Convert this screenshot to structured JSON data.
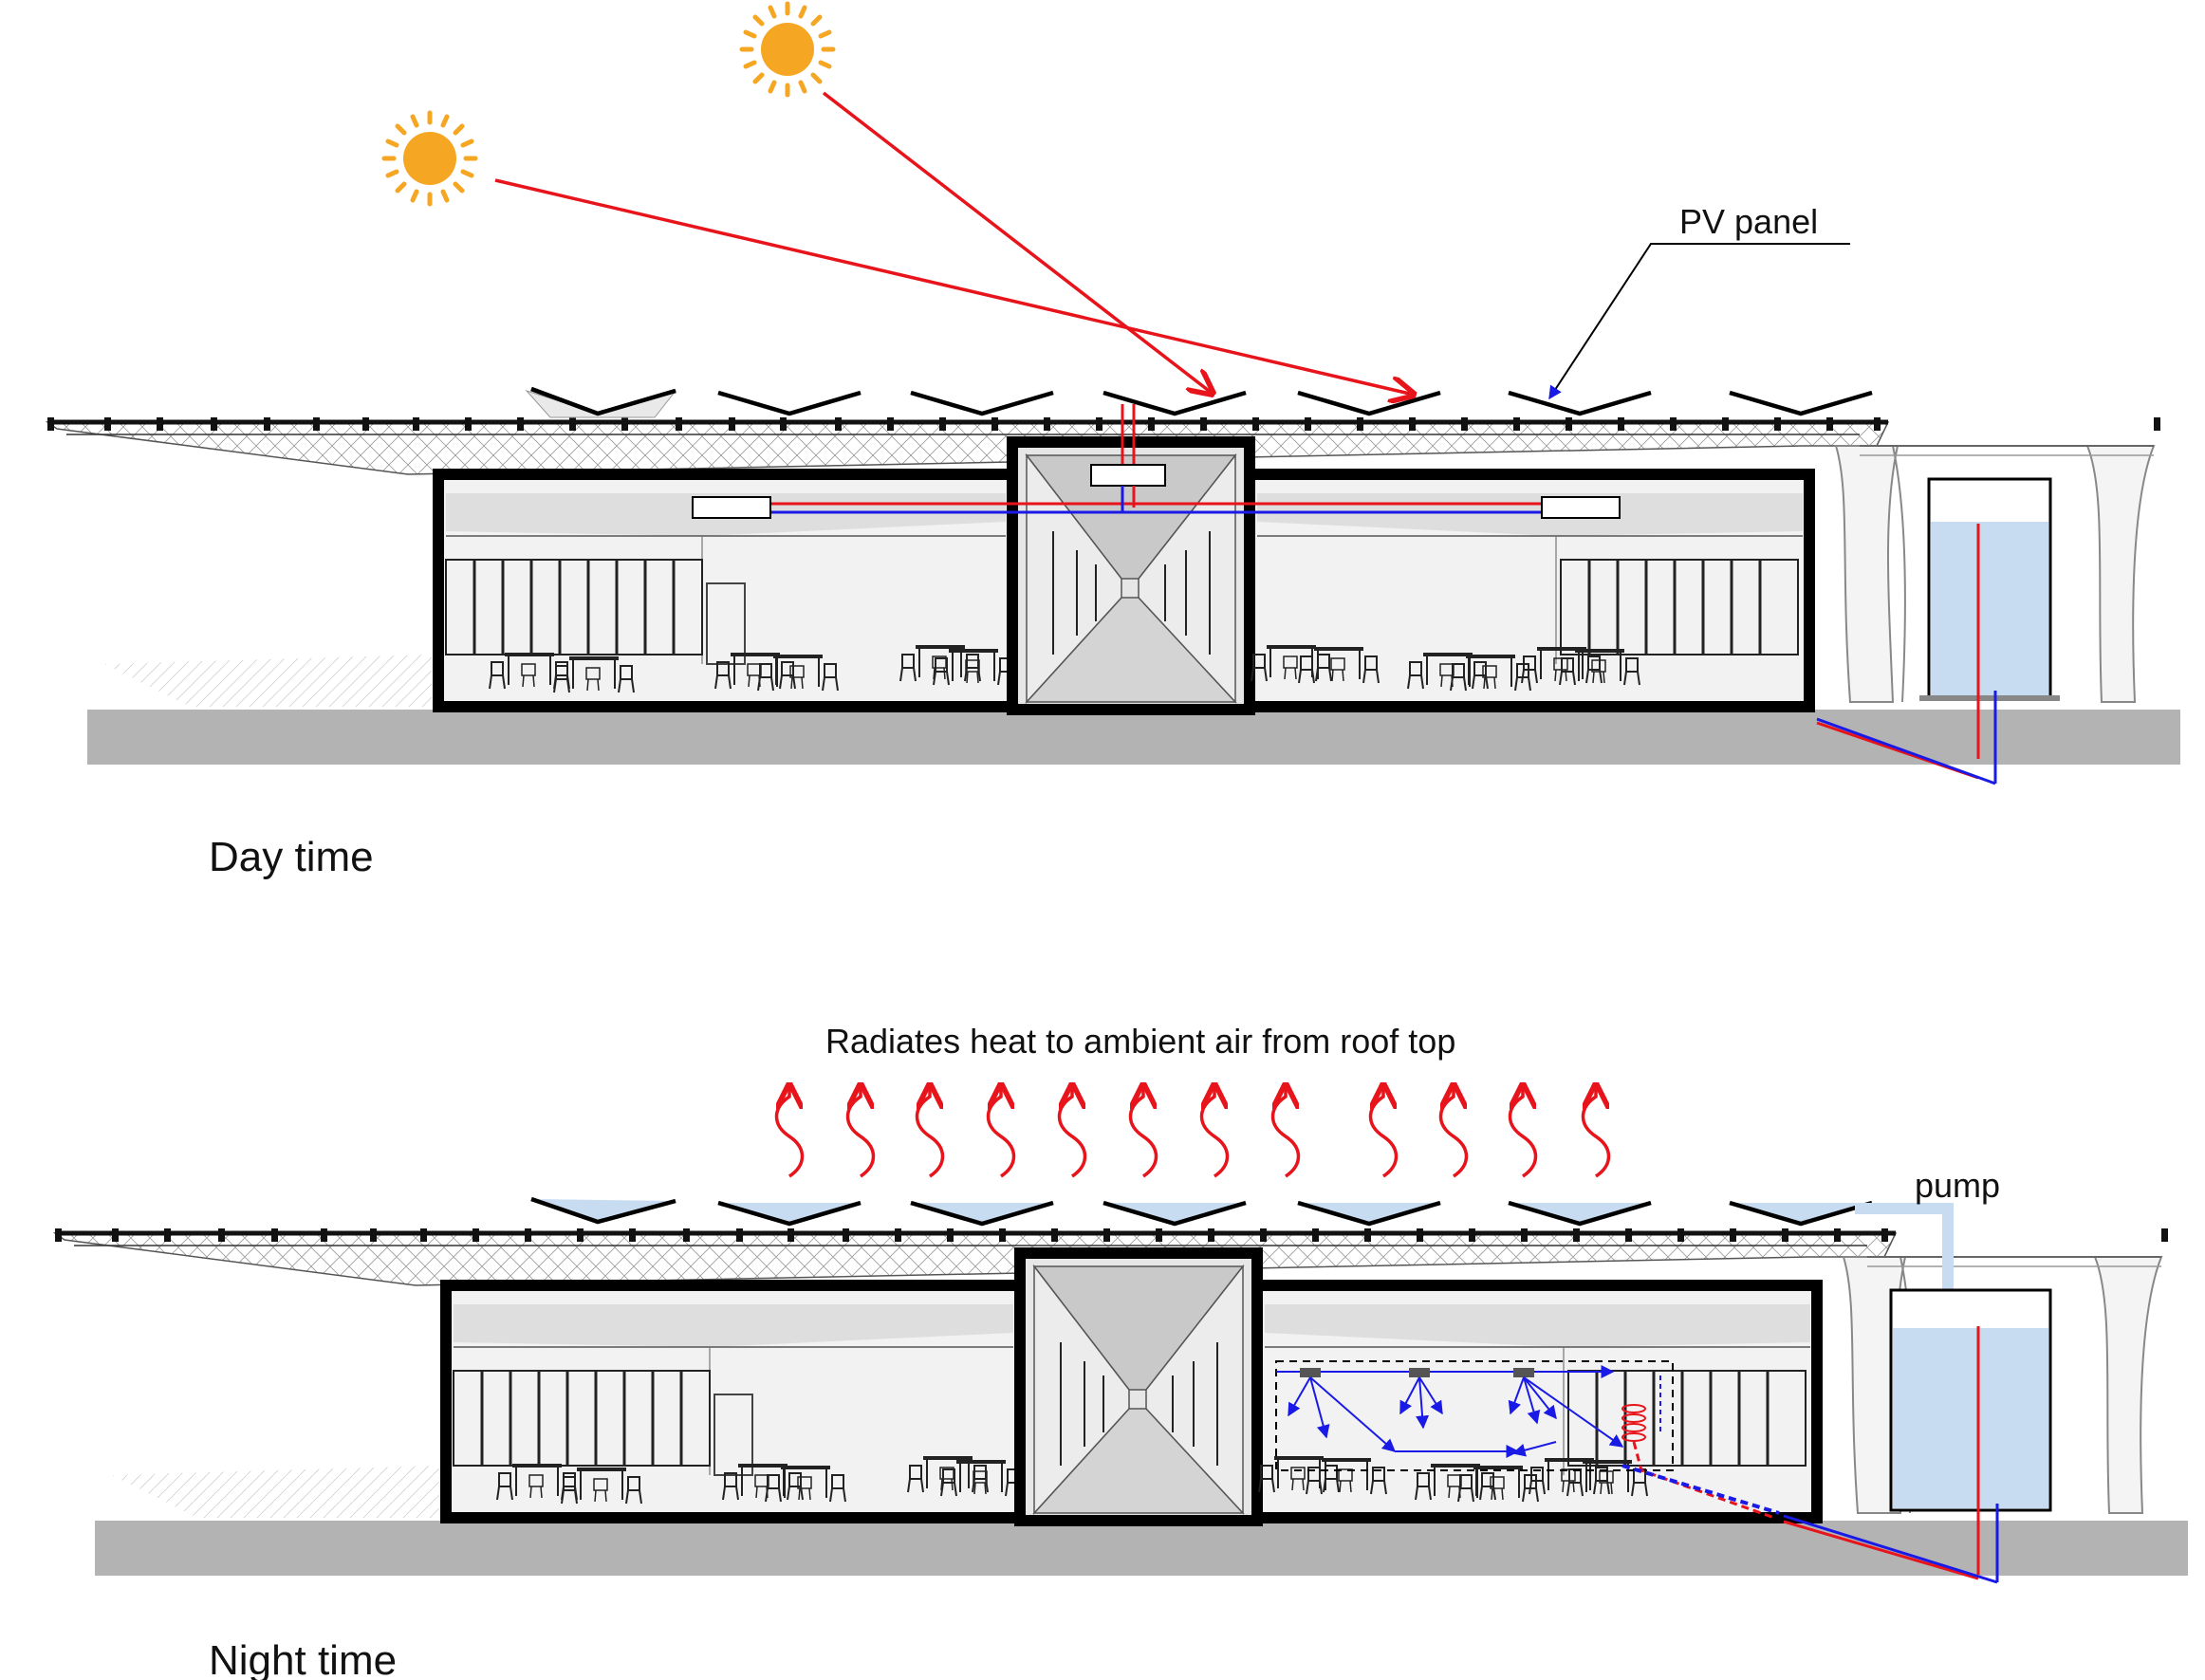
{
  "labels": {
    "pv_panel": "PV panel",
    "day_caption": "Day time",
    "radiates_caption": "Radiates heat to ambient air from roof top",
    "pump": "pump",
    "night_caption": "Night time"
  },
  "colors": {
    "hot": "#e8141b",
    "cold": "#1a1ae6",
    "sun": "#f5a623",
    "water": "#c7dcf0",
    "ground": "#b3b3b3",
    "structure": "#000000"
  },
  "icons": [
    "sun-icon",
    "heat-wave-icon",
    "air-diffuser-icon",
    "water-tank-icon",
    "pump-pipe-icon"
  ]
}
